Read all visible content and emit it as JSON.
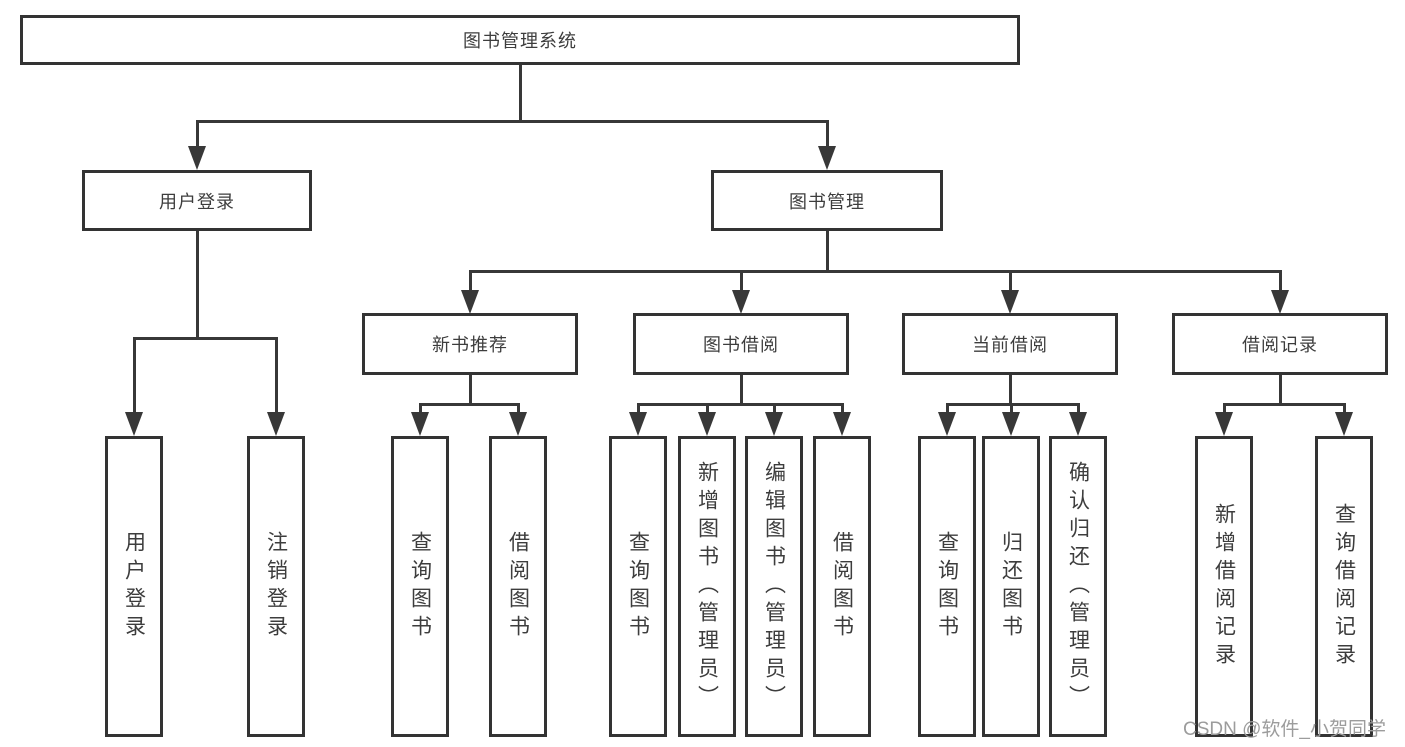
{
  "page": {
    "background": "#ffffff",
    "watermark": "CSDN @软件_小贺同学"
  },
  "colors": {
    "line": "#383838",
    "box_border": "#333333",
    "text": "#3d3d3d",
    "watermark": "#9c9c9c"
  },
  "diagram": {
    "type": "hierarchy-tree",
    "root": {
      "label": "图书管理系统"
    },
    "level2": [
      {
        "label": "用户登录"
      },
      {
        "label": "图书管理"
      }
    ],
    "level3": [
      {
        "label": "新书推荐",
        "parent": "图书管理"
      },
      {
        "label": "图书借阅",
        "parent": "图书管理"
      },
      {
        "label": "当前借阅",
        "parent": "图书管理"
      },
      {
        "label": "借阅记录",
        "parent": "图书管理"
      }
    ],
    "leaves": [
      {
        "label": "用户登录",
        "parent": "用户登录"
      },
      {
        "label": "注销登录",
        "parent": "用户登录"
      },
      {
        "label": "查询图书",
        "parent": "新书推荐"
      },
      {
        "label": "借阅图书",
        "parent": "新书推荐"
      },
      {
        "label": "查询图书",
        "parent": "图书借阅"
      },
      {
        "label": "新增图书（管理员）",
        "parent": "图书借阅"
      },
      {
        "label": "编辑图书（管理员）",
        "parent": "图书借阅"
      },
      {
        "label": "借阅图书",
        "parent": "图书借阅"
      },
      {
        "label": "查询图书",
        "parent": "当前借阅"
      },
      {
        "label": "归还图书",
        "parent": "当前借阅"
      },
      {
        "label": "确认归还（管理员）",
        "parent": "当前借阅"
      },
      {
        "label": "新增借阅记录",
        "parent": "借阅记录"
      },
      {
        "label": "查询借阅记录",
        "parent": "借阅记录"
      }
    ]
  }
}
